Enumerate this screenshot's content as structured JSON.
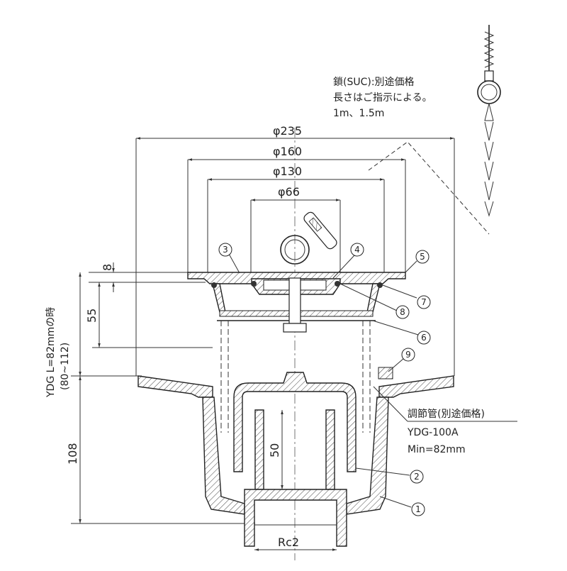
{
  "dimensions": {
    "d235": "φ235",
    "d160": "φ160",
    "d130": "φ130",
    "d66": "φ66",
    "h8": "8",
    "h55": "55",
    "h50": "50",
    "h108": "108",
    "thread": "Rc2"
  },
  "side_note": {
    "line1": "YDG L=82mmの時",
    "line2": "(80~112)"
  },
  "chain_note": {
    "line1": "鎖(SUC):別途価格",
    "line2": "長さはご指示による。",
    "line3": "1m、1.5m"
  },
  "pipe_note": {
    "line1": "調節管(別途価格)",
    "line2": "YDG-100A",
    "line3": "Min=82mm"
  },
  "part_numbers": [
    "1",
    "2",
    "3",
    "4",
    "5",
    "6",
    "7",
    "8",
    "9"
  ]
}
